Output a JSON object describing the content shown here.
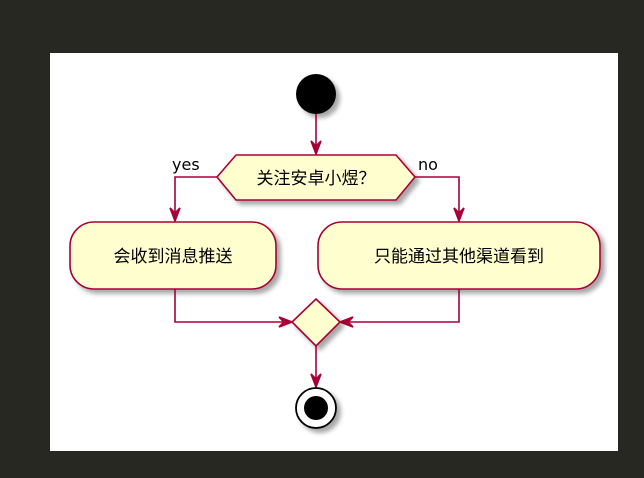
{
  "diagram": {
    "type": "activity",
    "colors": {
      "background": "#282823",
      "canvas": "#ffffff",
      "node_fill": "#fefece",
      "border": "#a80036",
      "start": "#000000"
    },
    "start": {
      "label": ""
    },
    "decision": {
      "label": "关注安卓小煜？",
      "yes_label": "yes",
      "no_label": "no"
    },
    "activities": [
      {
        "id": "yes-branch",
        "label": "会收到消息推送"
      },
      {
        "id": "no-branch",
        "label": "只能通过其他渠道看到"
      }
    ],
    "merge": {
      "label": ""
    },
    "end": {
      "label": ""
    }
  }
}
